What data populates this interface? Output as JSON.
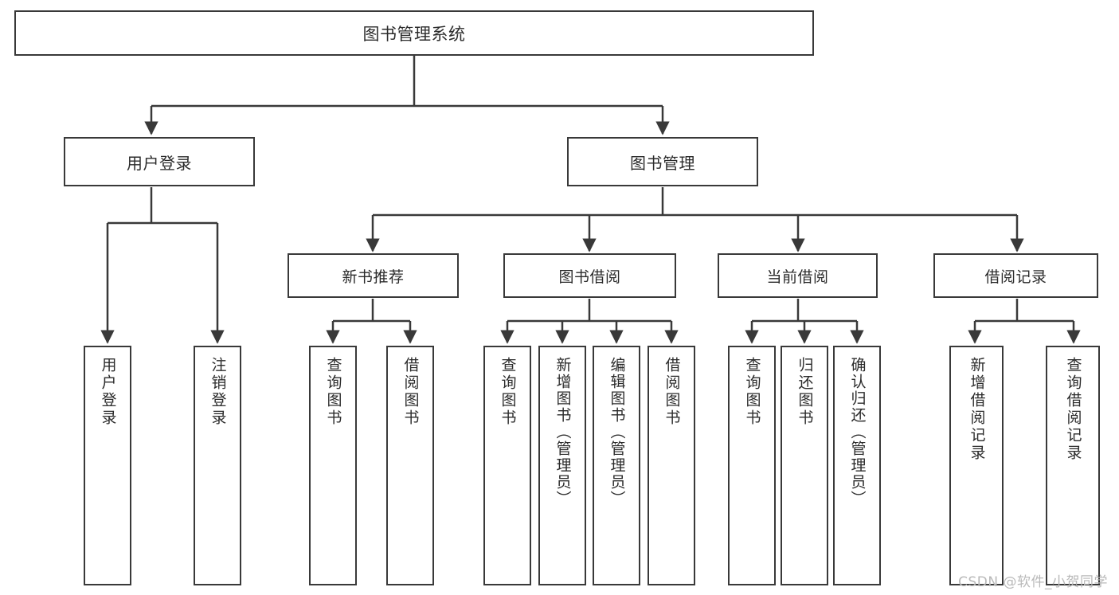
{
  "diagram": {
    "title": "图书管理系统",
    "type": "hierarchy-tree",
    "root": {
      "id": "root",
      "label": "图书管理系统"
    },
    "level2": [
      {
        "id": "user-login",
        "label": "用户登录"
      },
      {
        "id": "book-manage",
        "label": "图书管理"
      }
    ],
    "level3": [
      {
        "id": "new-book-rec",
        "label": "新书推荐",
        "parent": "book-manage"
      },
      {
        "id": "book-borrow",
        "label": "图书借阅",
        "parent": "book-manage"
      },
      {
        "id": "current-borrow",
        "label": "当前借阅",
        "parent": "book-manage"
      },
      {
        "id": "borrow-record",
        "label": "借阅记录",
        "parent": "book-manage"
      }
    ],
    "leaves": [
      {
        "id": "leaf-user-login",
        "label": "用户登录",
        "parent": "user-login"
      },
      {
        "id": "leaf-logout",
        "label": "注销登录",
        "parent": "user-login"
      },
      {
        "id": "leaf-query-book-1",
        "label": "查询图书",
        "parent": "new-book-rec"
      },
      {
        "id": "leaf-borrow-book-1",
        "label": "借阅图书",
        "parent": "new-book-rec"
      },
      {
        "id": "leaf-query-book-2",
        "label": "查询图书",
        "parent": "book-borrow"
      },
      {
        "id": "leaf-add-book",
        "label": "新增图书（管理员）",
        "parent": "book-borrow"
      },
      {
        "id": "leaf-edit-book",
        "label": "编辑图书（管理员）",
        "parent": "book-borrow"
      },
      {
        "id": "leaf-borrow-book-2",
        "label": "借阅图书",
        "parent": "book-borrow"
      },
      {
        "id": "leaf-query-book-3",
        "label": "查询图书",
        "parent": "current-borrow"
      },
      {
        "id": "leaf-return-book",
        "label": "归还图书",
        "parent": "current-borrow"
      },
      {
        "id": "leaf-confirm-return",
        "label": "确认归还（管理员）",
        "parent": "current-borrow"
      },
      {
        "id": "leaf-add-record",
        "label": "新增借阅记录",
        "parent": "borrow-record"
      },
      {
        "id": "leaf-query-record",
        "label": "查询借阅记录",
        "parent": "borrow-record"
      }
    ],
    "colors": {
      "stroke": "#393939",
      "fill": "#ffffff",
      "text": "#2b2b2b",
      "watermark": "#b9b9b9"
    }
  },
  "watermark": {
    "text": "CSDN @软件_小贺同学"
  }
}
